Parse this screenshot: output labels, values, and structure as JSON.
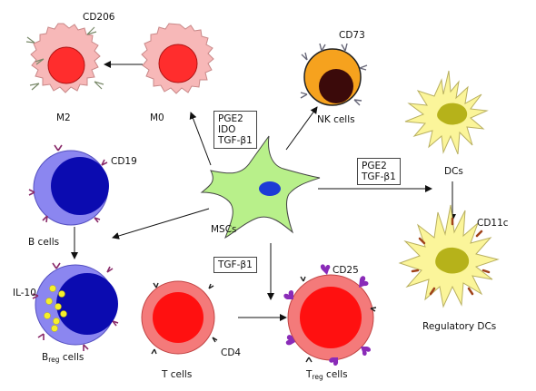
{
  "cells": {
    "m2": "M2",
    "m0": "M0",
    "nk": "NK cells",
    "dcs": "DCs",
    "mscs": "MSCs",
    "bcells": "B cells",
    "breg_main": "B",
    "breg_sub": "reg",
    "breg_tail": " cells",
    "tcells": "T cells",
    "treg_main": "T",
    "treg_sub": "reg",
    "treg_tail": " cells",
    "regdcs": "Regulatory DCs"
  },
  "markers": {
    "cd206": "CD206",
    "cd73": "CD73",
    "cd19": "CD19",
    "il10": "IL-10",
    "cd4": "CD4",
    "cd25": "CD25",
    "cd11c": "CD11c"
  },
  "factors": {
    "left_box": [
      "PGE2",
      "IDO",
      "TGF-β1"
    ],
    "right_box": [
      "PGE2",
      "TGF-β1"
    ],
    "tgf_box": "TGF-β1"
  },
  "colors": {
    "macrophage_fill": "#f7b8b8",
    "macrophage_nucleus": "#ff2d2d",
    "nk_fill": "#f6a21e",
    "nk_nucleus": "#3b0a0a",
    "dc_fill": "#fbf59a",
    "dc_nucleus": "#b6b21a",
    "msc_fill": "#b8f08a",
    "msc_nucleus": "#1c3bd6",
    "bcell_fill": "#8b86f0",
    "bcell_nucleus": "#0b0bb0",
    "tcell_fill": "#f47a7a",
    "tcell_nucleus": "#ff1010",
    "il10_dots": "#f5f02a",
    "cd25_receptor": "#8a2bb8"
  }
}
